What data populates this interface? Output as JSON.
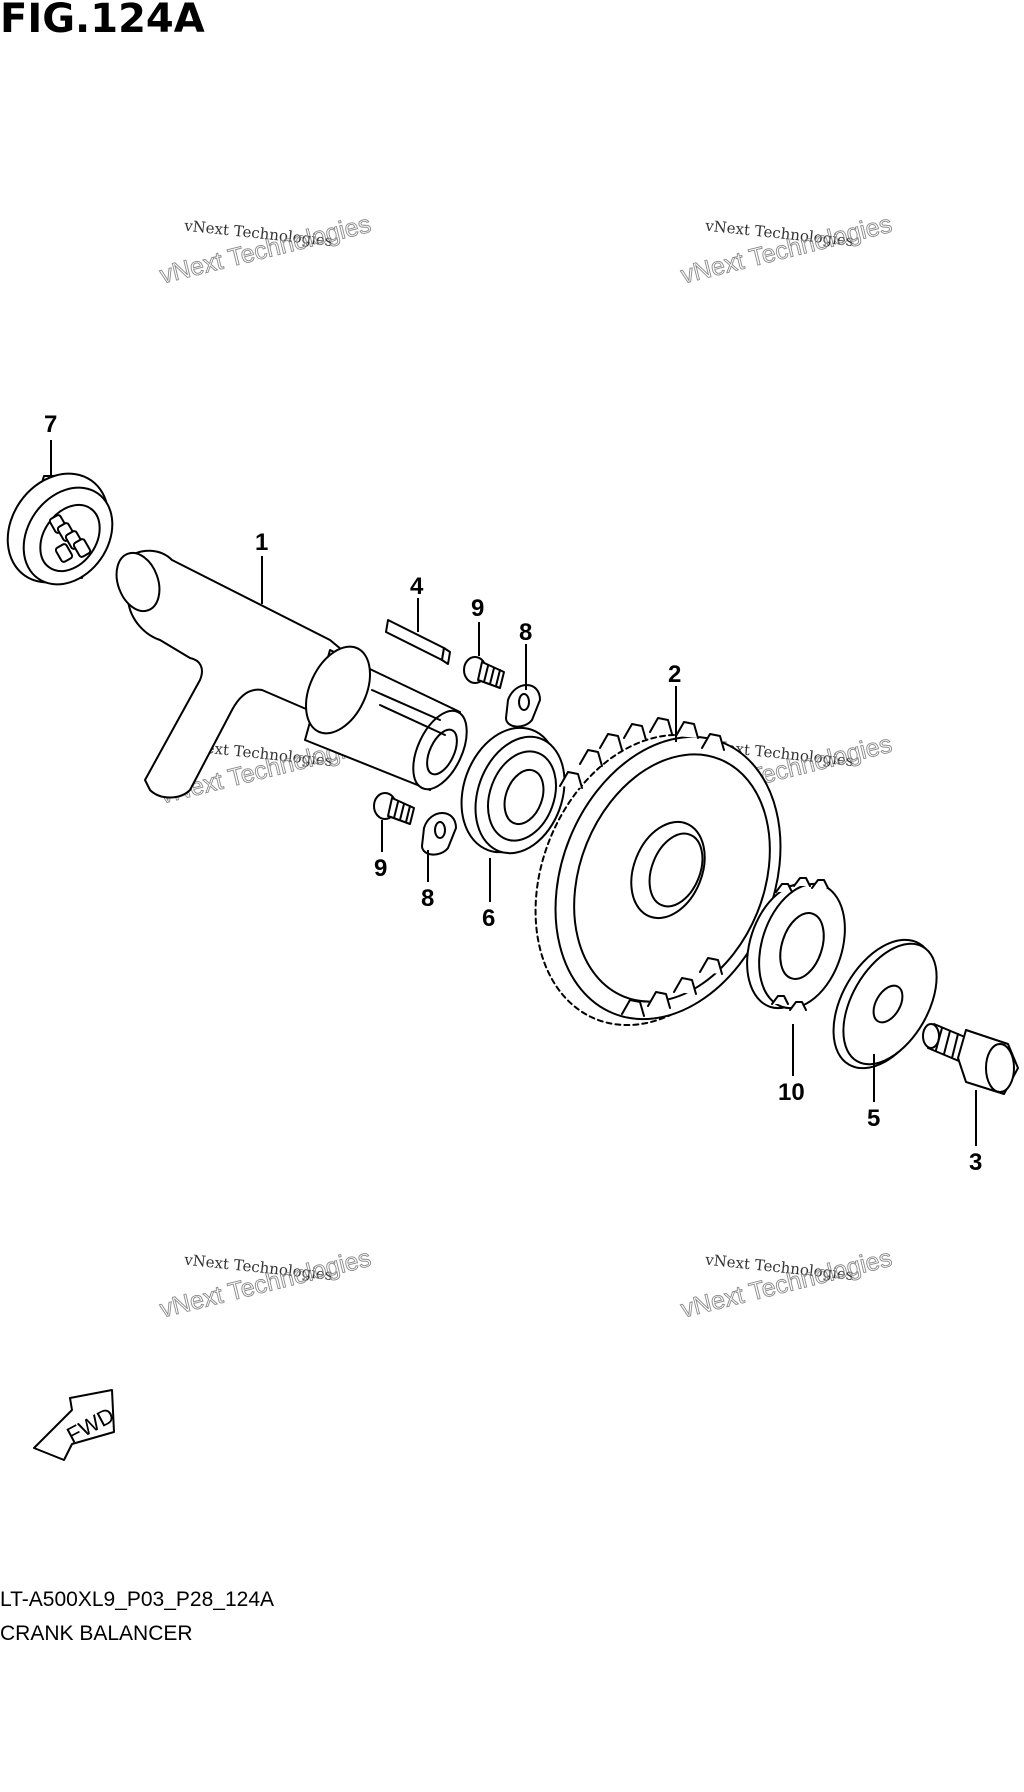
{
  "figure": {
    "title": "FIG.124A",
    "code": "LT-A500XL9_P03_P28_124A",
    "name": "CRANK BALANCER"
  },
  "direction_label": "FWD",
  "watermarks": [
    {
      "line1": "vNext Technologies",
      "line2": "vNext Technologies"
    },
    {
      "line1": "vNext Technologies",
      "line2": "vNext Technologies"
    },
    {
      "line1": "vNext Technologies",
      "line2": "vNext Technologies"
    },
    {
      "line1": "vNext Technologies",
      "line2": "vNext Technologies"
    },
    {
      "line1": "vNext Technologies",
      "line2": "vNext Technologies"
    },
    {
      "line1": "vNext Technologies",
      "line2": "vNext Technologies"
    }
  ],
  "callouts": {
    "balancer_shaft": "1",
    "gear_large": "2",
    "bolt": "3",
    "key": "4",
    "washer": "5",
    "bearing": "6",
    "needle_bearing": "7",
    "retainer_top": "8",
    "retainer_bottom": "8",
    "screw_top": "9",
    "screw_bottom": "9",
    "gear_small": "10"
  },
  "colors": {
    "line": "#000000",
    "background": "#ffffff",
    "watermark": "#8a8a8a"
  }
}
